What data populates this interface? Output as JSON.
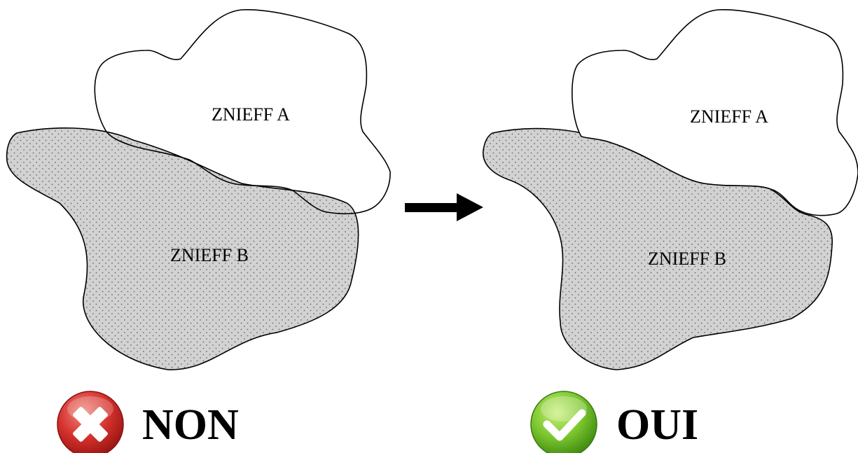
{
  "colors": {
    "zone_b_fill": "#d2d2d2",
    "zone_b_dots": "#6a6a6a",
    "zone_a_fill": "#ffffff",
    "outline": "#000000",
    "reject_red": "#d5322e",
    "accept_green": "#7cc62e"
  },
  "left_panel": {
    "zone_a_label": "ZNIEFF A",
    "zone_b_label": "ZNIEFF B",
    "verdict_label": "NON",
    "verdict_icon": "red-cross-icon"
  },
  "right_panel": {
    "zone_a_label": "ZNIEFF A",
    "zone_b_label": "ZNIEFF B",
    "verdict_label": "OUI",
    "verdict_icon": "green-check-icon"
  },
  "transition_icon": "right-arrow-icon"
}
